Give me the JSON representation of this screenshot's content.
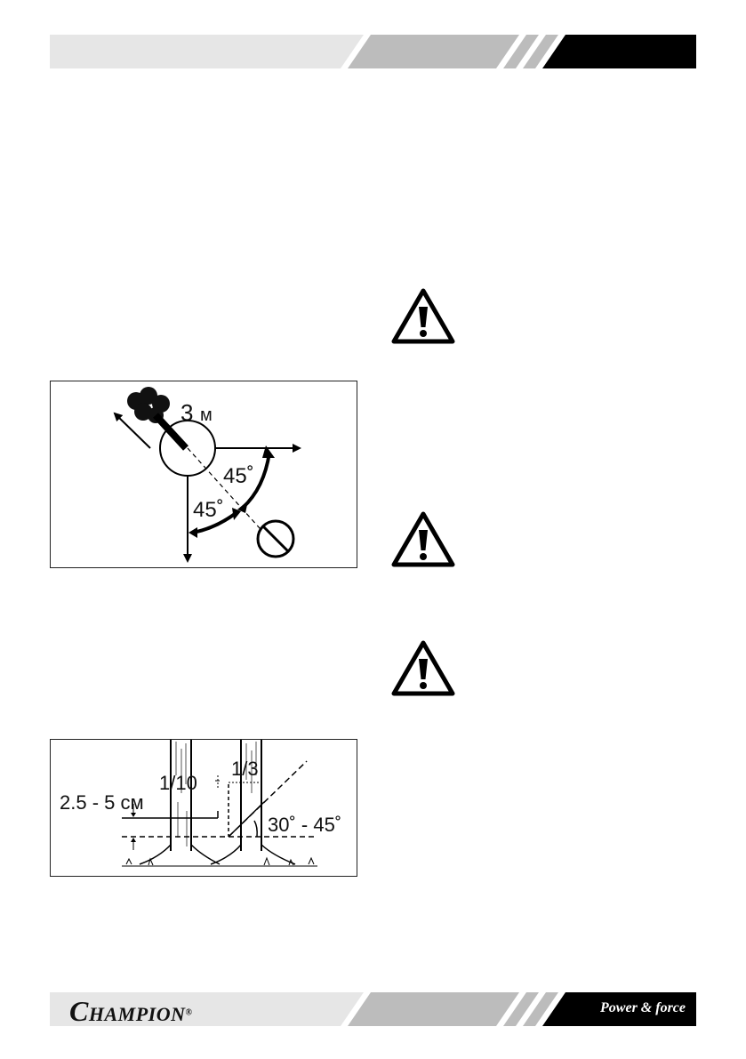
{
  "footer": {
    "brand_initial": "C",
    "brand_rest": "HAMPION",
    "brand_mark": "®",
    "tagline": "Power & force"
  },
  "felling_diagram": {
    "distance_label": "3",
    "distance_unit": "м",
    "angle_upper": "45˚",
    "angle_lower": "45˚"
  },
  "notch_diagram": {
    "height_label": "2.5 - 5 см",
    "back_cut_label": "1/10",
    "notch_depth_label": "1/3",
    "angle_label": "30˚ - 45˚"
  },
  "colors": {
    "band_light": "#e6e6e6",
    "band_mid": "#bcbcbc",
    "band_dark": "#000000"
  }
}
